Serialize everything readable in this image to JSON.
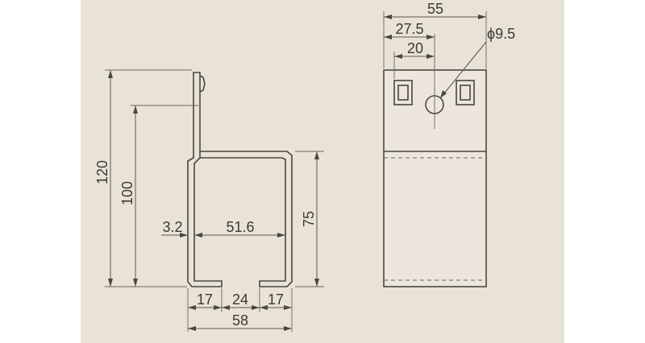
{
  "colors": {
    "canvas_background": "#ffffff",
    "panel_background": "#e9e3d7",
    "line": "#4a4640",
    "text": "#3c3833"
  },
  "side_view": {
    "dim_overall_height": "120",
    "dim_hook_height": "100",
    "dim_channel_height": "75",
    "dim_wall_thickness": "3.2",
    "dim_inner_width": "51.6",
    "dim_left_lip": "17",
    "dim_slot": "24",
    "dim_right_lip": "17",
    "dim_overall_width": "58"
  },
  "front_view": {
    "dim_width": "55",
    "dim_hole_center": "27.5",
    "dim_offset": "20",
    "dim_hole_diameter": "ϕ9.5"
  }
}
